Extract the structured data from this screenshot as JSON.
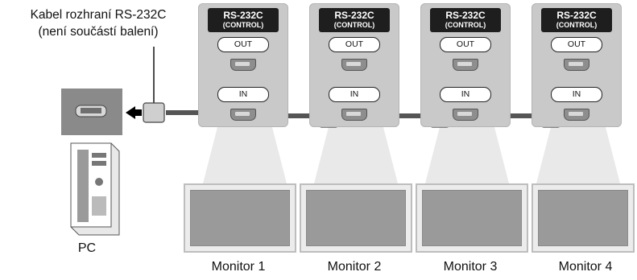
{
  "cable_label": {
    "line1": "Kabel rozhraní RS-232C",
    "line2": "(není součástí balení)"
  },
  "panels": [
    {
      "title": "RS-232C",
      "subtitle": "(CONTROL)",
      "out_label": "OUT",
      "in_label": "IN"
    },
    {
      "title": "RS-232C",
      "subtitle": "(CONTROL)",
      "out_label": "OUT",
      "in_label": "IN"
    },
    {
      "title": "RS-232C",
      "subtitle": "(CONTROL)",
      "out_label": "OUT",
      "in_label": "IN"
    },
    {
      "title": "RS-232C",
      "subtitle": "(CONTROL)",
      "out_label": "OUT",
      "in_label": "IN"
    }
  ],
  "monitors": [
    "Monitor 1",
    "Monitor 2",
    "Monitor 3",
    "Monitor 4"
  ],
  "pc_label": "PC",
  "colors": {
    "panel": "#c9c9c9",
    "cable": "#555555",
    "header": "#1e1e1e"
  }
}
